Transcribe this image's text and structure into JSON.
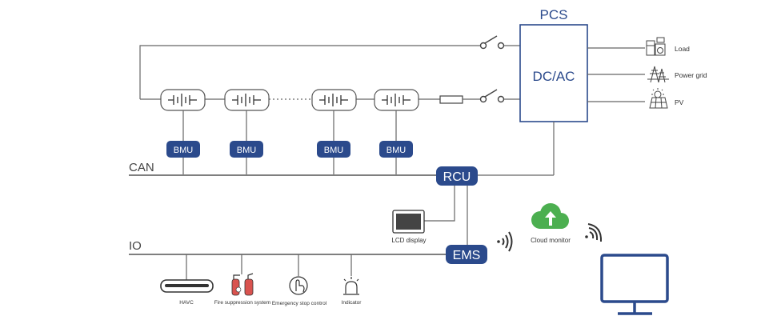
{
  "pcs": {
    "title": "PCS",
    "converter": "DC/AC"
  },
  "outputs": [
    {
      "label": "Load",
      "icon": "load-icon"
    },
    {
      "label": "Power grid",
      "icon": "power-grid-icon"
    },
    {
      "label": "PV",
      "icon": "pv-icon"
    }
  ],
  "bus": {
    "can": "CAN",
    "io": "IO"
  },
  "bmu_label": "BMU",
  "rcu_label": "RCU",
  "ems_label": "EMS",
  "lcd_label": "LCD display",
  "cloud_label": "Cloud monitor",
  "io_devices": [
    {
      "label": "HAVC",
      "icon": "havc-icon"
    },
    {
      "label": "Fire suppression system",
      "icon": "fire-extinguisher-icon"
    },
    {
      "label": "Emergency stop control",
      "icon": "emergency-stop-icon"
    },
    {
      "label": "Indicator",
      "icon": "indicator-light-icon"
    }
  ],
  "colors": {
    "accent": "#2b4a8c",
    "line": "#666666"
  }
}
